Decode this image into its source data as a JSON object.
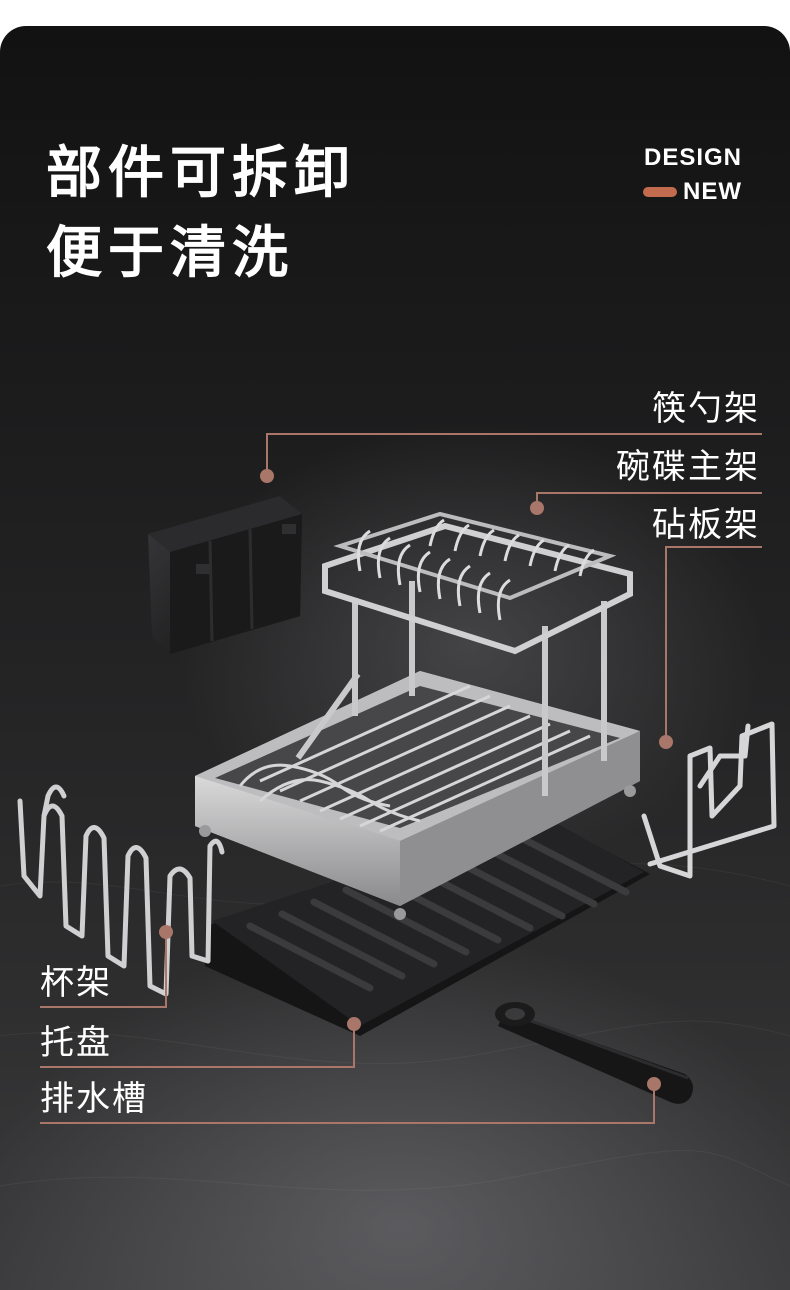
{
  "headline": {
    "line1": "部件可拆卸",
    "line2": "便于清洗"
  },
  "badge": {
    "top": "DESIGN",
    "bottom": "NEW",
    "accent_color": "#c26b4f"
  },
  "parts": {
    "utensil_holder": "筷勺架",
    "main_rack": "碗碟主架",
    "cutting_board_holder": "砧板架",
    "cup_holder": "杯架",
    "tray": "托盘",
    "drain_spout": "排水槽"
  },
  "colors": {
    "leader_line": "#a9766a",
    "background": "#1c1c1d"
  }
}
